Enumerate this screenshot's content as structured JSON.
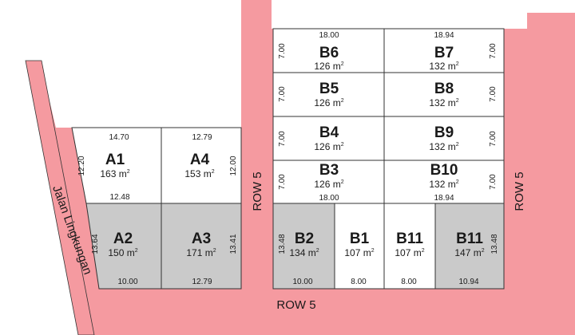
{
  "roads": {
    "jalan": "Jalan Lingkungan",
    "row_bottom": "ROW 5",
    "row_middle": "ROW 5",
    "row_right": "ROW 5"
  },
  "lots": {
    "B6": {
      "id": "B6",
      "area": "126 m",
      "top": "18.00",
      "left": "7.00"
    },
    "B7": {
      "id": "B7",
      "area": "132 m",
      "top": "18.94",
      "right": "7.00"
    },
    "B5": {
      "id": "B5",
      "area": "126 m",
      "left": "7.00"
    },
    "B8": {
      "id": "B8",
      "area": "132 m",
      "right": "7.00"
    },
    "B4": {
      "id": "B4",
      "area": "126 m",
      "left": "7.00"
    },
    "B9": {
      "id": "B9",
      "area": "132 m",
      "right": "7.00"
    },
    "B3": {
      "id": "B3",
      "area": "126 m",
      "left": "7.00",
      "bottom": "18.00"
    },
    "B10": {
      "id": "B10",
      "area": "132 m",
      "right": "7.00",
      "bottom": "18.94"
    },
    "A1": {
      "id": "A1",
      "area": "163 m",
      "top": "14.70",
      "left": "12.20",
      "bottom": "12.48"
    },
    "A4": {
      "id": "A4",
      "area": "153 m",
      "top": "12.79",
      "right": "12.00"
    },
    "A2": {
      "id": "A2",
      "area": "150 m",
      "left": "13.64",
      "bottom": "10.00"
    },
    "A3": {
      "id": "A3",
      "area": "171 m",
      "right": "13.41",
      "bottom": "12.79"
    },
    "B2": {
      "id": "B2",
      "area": "134 m",
      "left": "13.48",
      "bottom": "10.00"
    },
    "B1": {
      "id": "B1",
      "area": "107 m",
      "bottom": "8.00"
    },
    "B11a": {
      "id": "B11",
      "area": "107 m",
      "bottom": "8.00"
    },
    "B11b": {
      "id": "B11",
      "area": "147 m",
      "right": "13.48",
      "bottom": "10.94"
    }
  },
  "area_unit_sup": "2",
  "colors": {
    "road": "#f59aa0",
    "lot_white": "#ffffff",
    "lot_gray": "#cacaca",
    "outline": "#333333"
  }
}
